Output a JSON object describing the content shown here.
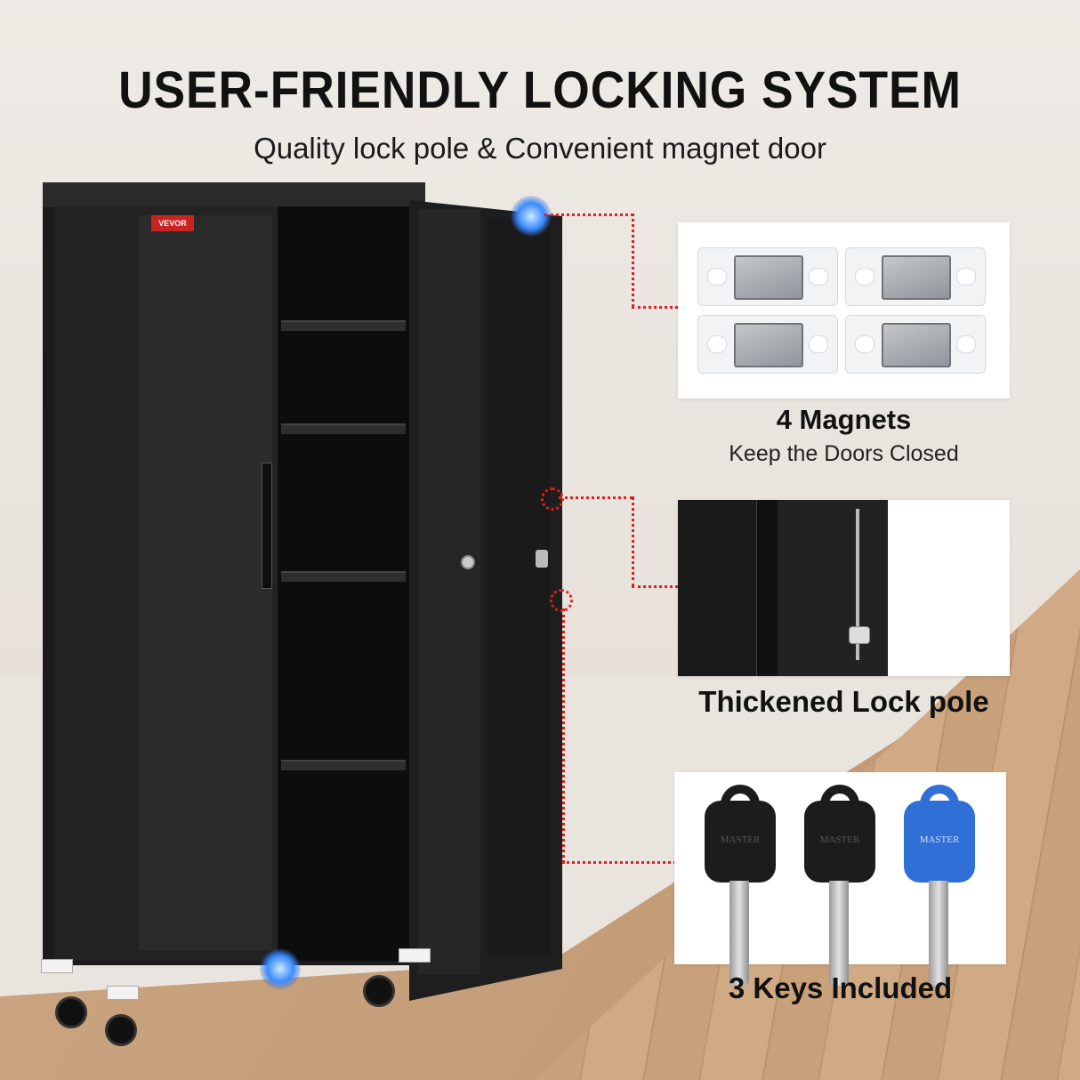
{
  "headline": "USER-FRIENDLY LOCKING SYSTEM",
  "subheadline": "Quality lock pole & Convenient magnet door",
  "brand_badge": "VEVOR",
  "features": [
    {
      "title": "4 Magnets",
      "subtitle": "Keep the Doors Closed"
    },
    {
      "title": "Thickened Lock pole"
    },
    {
      "title": "3 Keys Included"
    }
  ],
  "keys": [
    {
      "engraving": "MASTER",
      "color": "#1c1c1c"
    },
    {
      "engraving": "MASTER",
      "color": "#1c1c1c"
    },
    {
      "engraving": "MASTER",
      "color": "#2f6fd6"
    }
  ],
  "magnets_count": 4,
  "colors": {
    "accent_dots": "#e02020",
    "highlight_glow": "#3a8cff",
    "cabinet": "#1b1b1b"
  }
}
